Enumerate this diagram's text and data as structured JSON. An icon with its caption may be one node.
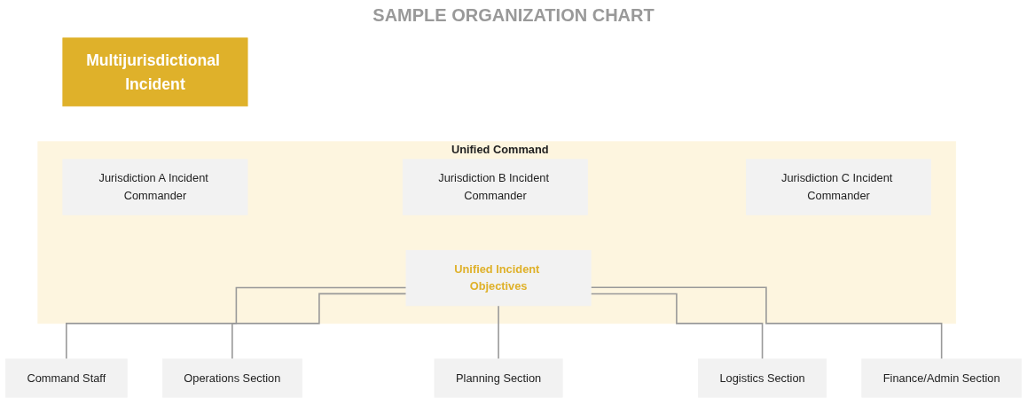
{
  "diagram": {
    "title": "SAMPLE ORGANIZATION CHART",
    "nodes": [
      {
        "text": [
          "Multijurisdictional Incident"
        ]
      },
      {
        "text": [
          "Unified Command"
        ]
      },
      {
        "text": [
          "Jurisdiction A Incident Commander"
        ],
        "in": 1
      },
      {
        "text": [
          "Jurisdiction B Incident Commander"
        ],
        "in": 1
      },
      {
        "text": [
          "Jurisdiction C Incident Commander"
        ],
        "in": 1
      },
      {
        "text": [
          "Unified Incident Objectives"
        ],
        "in": 1
      },
      {
        "text": [
          "Command Staff"
        ]
      },
      {
        "text": [
          "Operations Section"
        ]
      },
      {
        "text": [
          "Planning Section"
        ]
      },
      {
        "text": [
          "Logistics Section"
        ]
      },
      {
        "text": [
          "Finance/Admin Section"
        ]
      }
    ],
    "edges": [
      {
        "from": 5,
        "to": 6,
        "arrow": "none"
      },
      {
        "from": 5,
        "to": 7,
        "arrow": "none"
      },
      {
        "from": 5,
        "to": 8,
        "arrow": "none"
      },
      {
        "from": 5,
        "to": 9,
        "arrow": "none"
      },
      {
        "from": 5,
        "to": 10,
        "arrow": "none"
      }
    ]
  }
}
